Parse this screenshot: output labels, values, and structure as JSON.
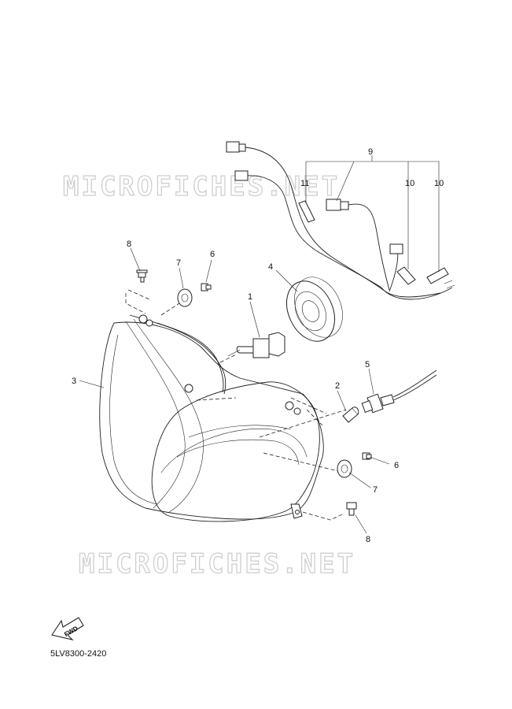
{
  "watermarks": [
    "MICROFICHES.NET",
    "MICROFICHES.NET"
  ],
  "callouts": {
    "c1": "1",
    "c2": "2",
    "c3": "3",
    "c4": "4",
    "c5": "5",
    "c6a": "6",
    "c6b": "6",
    "c7a": "7",
    "c7b": "7",
    "c8a": "8",
    "c8b": "8",
    "c9": "9",
    "c10a": "10",
    "c10b": "10",
    "c11": "11"
  },
  "fwd_label": "FWD",
  "diagram_code": "5LV8300-2420"
}
